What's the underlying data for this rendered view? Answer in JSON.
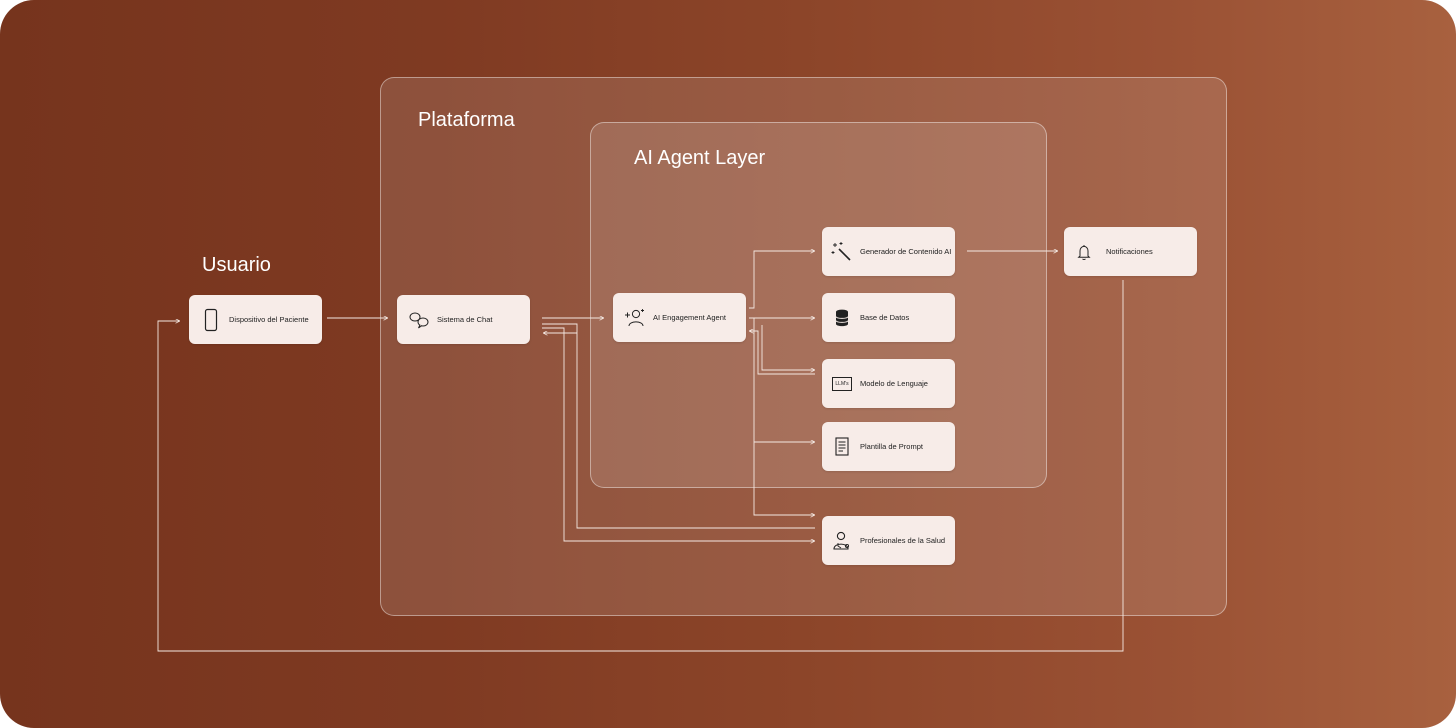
{
  "groups": {
    "user": "Usuario",
    "platform": "Plataforma",
    "agent_layer": "AI Agent Layer"
  },
  "nodes": {
    "patient_device": "Dispositivo del Paciente",
    "chat_system": "Sistema de Chat",
    "engagement_agent": "AI Engagement Agent",
    "content_generator": "Generador de Contenido AI",
    "database": "Base de Datos",
    "language_model": "Modelo de Lenguaje",
    "prompt_template": "Plantilla de Prompt",
    "health_professionals": "Profesionales de la Salud",
    "notifications": "Notificaciones"
  },
  "icon_text": {
    "llm": "LLM's"
  },
  "icons": {
    "patient_device": "smartphone-icon",
    "chat_system": "chat-bubbles-icon",
    "engagement_agent": "add-user-icon",
    "content_generator": "magic-wand-icon",
    "database": "database-icon",
    "language_model": "llm-icon",
    "prompt_template": "document-icon",
    "health_professionals": "doctor-icon",
    "notifications": "bell-icon"
  },
  "colors": {
    "background_start": "#76341d",
    "background_end": "#a8613f",
    "node_fill": "#f7ece8",
    "connector": "#f4e8e2"
  }
}
